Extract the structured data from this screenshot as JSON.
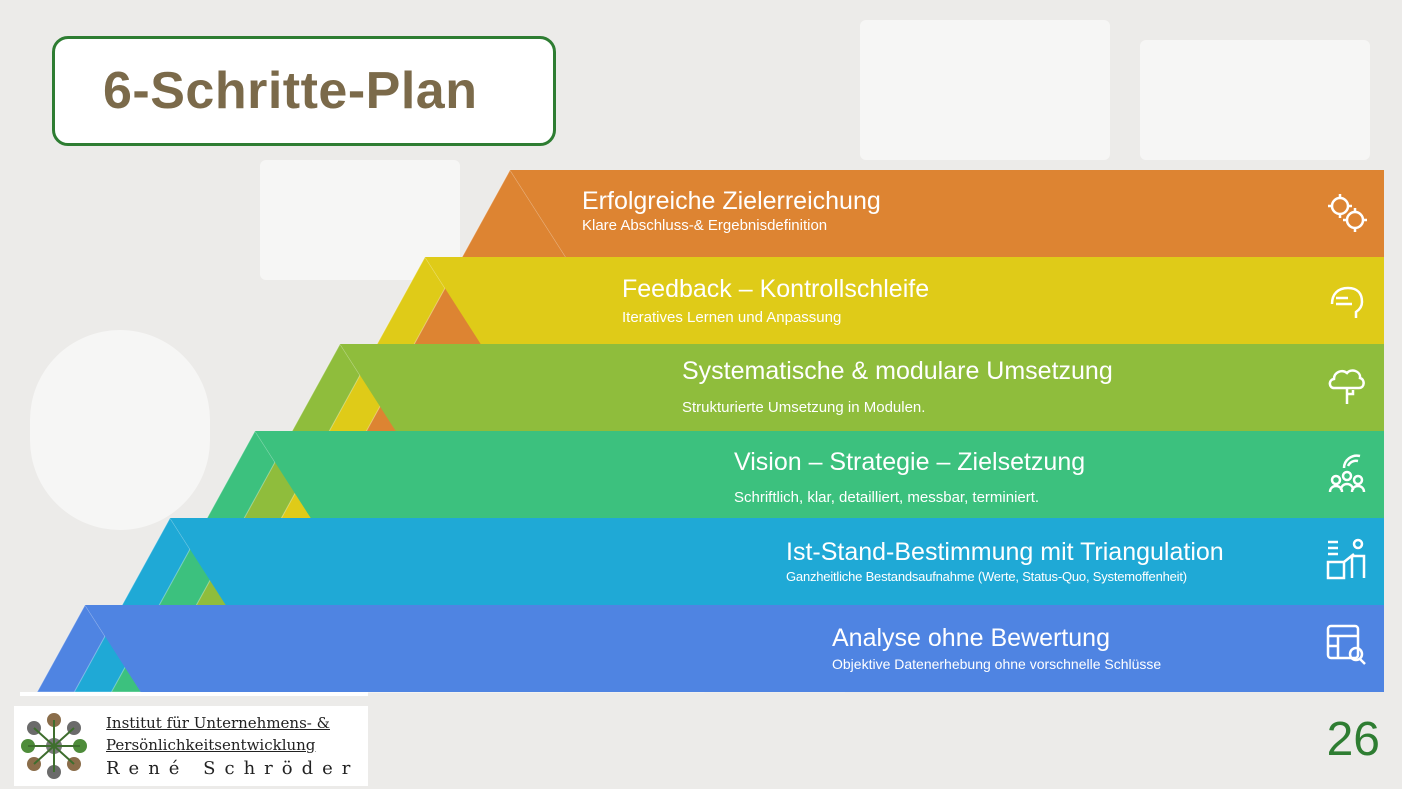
{
  "slide": {
    "title": "6-Schritte-Plan",
    "page_number": "26"
  },
  "steps": [
    {
      "title": "Erfolgreiche Zielerreichung",
      "subtitle": "Klare Abschluss-& Ergebnisdefinition",
      "color": "#dd8432",
      "icon": "gears-icon"
    },
    {
      "title": "Feedback – Kontrollschleife",
      "subtitle": "Iteratives Lernen und Anpassung",
      "color": "#dfcb18",
      "icon": "feedback-head-icon"
    },
    {
      "title": "Systematische & modulare Umsetzung",
      "subtitle": "Strukturierte Umsetzung in Modulen.",
      "color": "#8fbd3c",
      "icon": "cloud-tree-icon"
    },
    {
      "title": "Vision – Strategie – Zielsetzung",
      "subtitle": "Schriftlich, klar, detailliert, messbar, terminiert.",
      "color": "#3cc17e",
      "icon": "team-vision-icon"
    },
    {
      "title": "Ist-Stand-Bestimmung mit Triangulation",
      "subtitle": "Ganzheitliche Bestandsaufnahme (Werte, Status-Quo, Systemoffenheit)",
      "color": "#1fa9d6",
      "icon": "analysis-person-icon"
    },
    {
      "title": "Analyse ohne Bewertung",
      "subtitle": "Objektive Datenerhebung ohne vorschnelle Schlüsse",
      "color": "#4f84e2",
      "icon": "table-search-icon"
    }
  ],
  "footer": {
    "institute_line1": "Institut für Unternehmens- &",
    "institute_line2": "Persönlichkeitsentwicklung",
    "institute_line3": "René Schröder"
  }
}
